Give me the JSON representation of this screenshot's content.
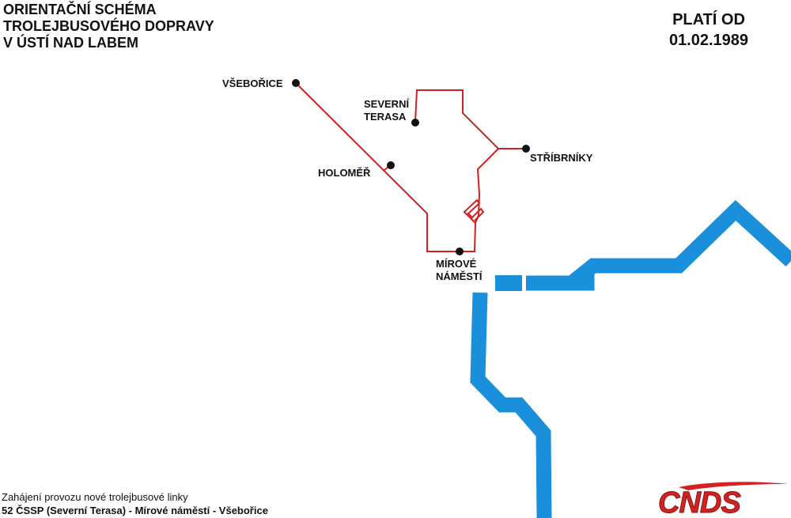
{
  "title": {
    "line1": "ORIENTAČNÍ SCHÉMA",
    "line2": "TROLEJBUSOVÉHO DOPRAVY",
    "line3": "V ÚSTÍ NAD LABEM"
  },
  "validity": {
    "label": "PLATÍ OD",
    "date": "01.02.1989"
  },
  "stops": {
    "vseborice": "VŠEBOŘICE",
    "severni_terasa_1": "SEVERNÍ",
    "severni_terasa_2": "TERASA",
    "stribrniky": "STŘÍBRNÍKY",
    "holomer": "HOLOMĚŘ",
    "mirove_namesti_1": "MÍROVÉ",
    "mirove_namesti_2": "NÁMĚSTÍ"
  },
  "footnote": {
    "line1": "Zahájení provozu nové trolejbusové linky",
    "line2": "52 ČSSP (Severní Terasa) - Mírové náměstí - Všebořice"
  },
  "logo": {
    "text": "CNDS"
  },
  "colors": {
    "route": "#cc2222",
    "river": "#1a8fdc",
    "stop": "#111111",
    "logo": "#d42222"
  }
}
